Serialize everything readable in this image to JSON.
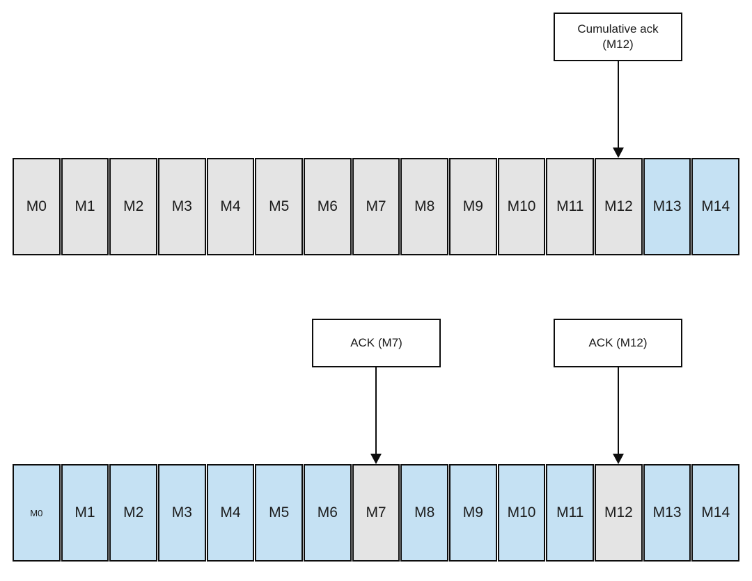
{
  "colors": {
    "gray": "#e4e4e4",
    "blue": "#c5e1f3",
    "border": "#0d0d0d",
    "text": "#1c1c1c",
    "box_bg": "#ffffff"
  },
  "annotations": {
    "cumulative": {
      "line1": "Cumulative ack",
      "line2": "(M12)"
    },
    "ack_m7": {
      "text": "ACK (M7)"
    },
    "ack_m12": {
      "text": "ACK (M12)"
    }
  },
  "rows": {
    "top": {
      "cells": [
        {
          "label": "M0",
          "classes": "gray"
        },
        {
          "label": "M1",
          "classes": "gray"
        },
        {
          "label": "M2",
          "classes": "gray"
        },
        {
          "label": "M3",
          "classes": "gray"
        },
        {
          "label": "M4",
          "classes": "gray"
        },
        {
          "label": "M5",
          "classes": "gray"
        },
        {
          "label": "M6",
          "classes": "gray"
        },
        {
          "label": "M7",
          "classes": "gray"
        },
        {
          "label": "M8",
          "classes": "gray"
        },
        {
          "label": "M9",
          "classes": "gray"
        },
        {
          "label": "M10",
          "classes": "gray"
        },
        {
          "label": "M11",
          "classes": "gray"
        },
        {
          "label": "M12",
          "classes": "gray"
        },
        {
          "label": "M13",
          "classes": "blue"
        },
        {
          "label": "M14",
          "classes": "blue"
        }
      ]
    },
    "bottom": {
      "cells": [
        {
          "label": "M0",
          "classes": "blue small"
        },
        {
          "label": "M1",
          "classes": "blue"
        },
        {
          "label": "M2",
          "classes": "blue"
        },
        {
          "label": "M3",
          "classes": "blue"
        },
        {
          "label": "M4",
          "classes": "blue"
        },
        {
          "label": "M5",
          "classes": "blue"
        },
        {
          "label": "M6",
          "classes": "blue"
        },
        {
          "label": "M7",
          "classes": "gray"
        },
        {
          "label": "M8",
          "classes": "blue"
        },
        {
          "label": "M9",
          "classes": "blue"
        },
        {
          "label": "M10",
          "classes": "blue"
        },
        {
          "label": "M11",
          "classes": "blue"
        },
        {
          "label": "M12",
          "classes": "gray"
        },
        {
          "label": "M13",
          "classes": "blue"
        },
        {
          "label": "M14",
          "classes": "blue"
        }
      ]
    }
  }
}
